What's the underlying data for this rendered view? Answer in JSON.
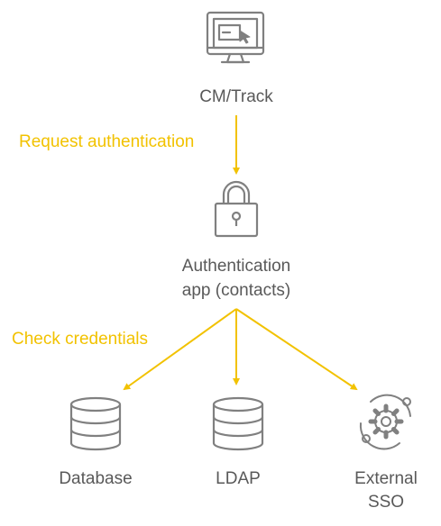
{
  "nodes": {
    "cm_track": {
      "label": "CM/Track",
      "icon": "computer-monitor-icon"
    },
    "auth_app": {
      "label_line1": "Authentication",
      "label_line2": "app (contacts)",
      "icon": "padlock-icon"
    },
    "database": {
      "label": "Database",
      "icon": "database-icon"
    },
    "ldap": {
      "label": "LDAP",
      "icon": "database-icon"
    },
    "external_sso": {
      "label_line1": "External",
      "label_line2": "SSO",
      "icon": "gear-icon"
    }
  },
  "edges": {
    "request_auth": {
      "label": "Request authentication"
    },
    "check_credentials": {
      "label": "Check credentials"
    }
  },
  "colors": {
    "icon": "#808080",
    "text": "#595959",
    "arrow": "#f2c200"
  }
}
